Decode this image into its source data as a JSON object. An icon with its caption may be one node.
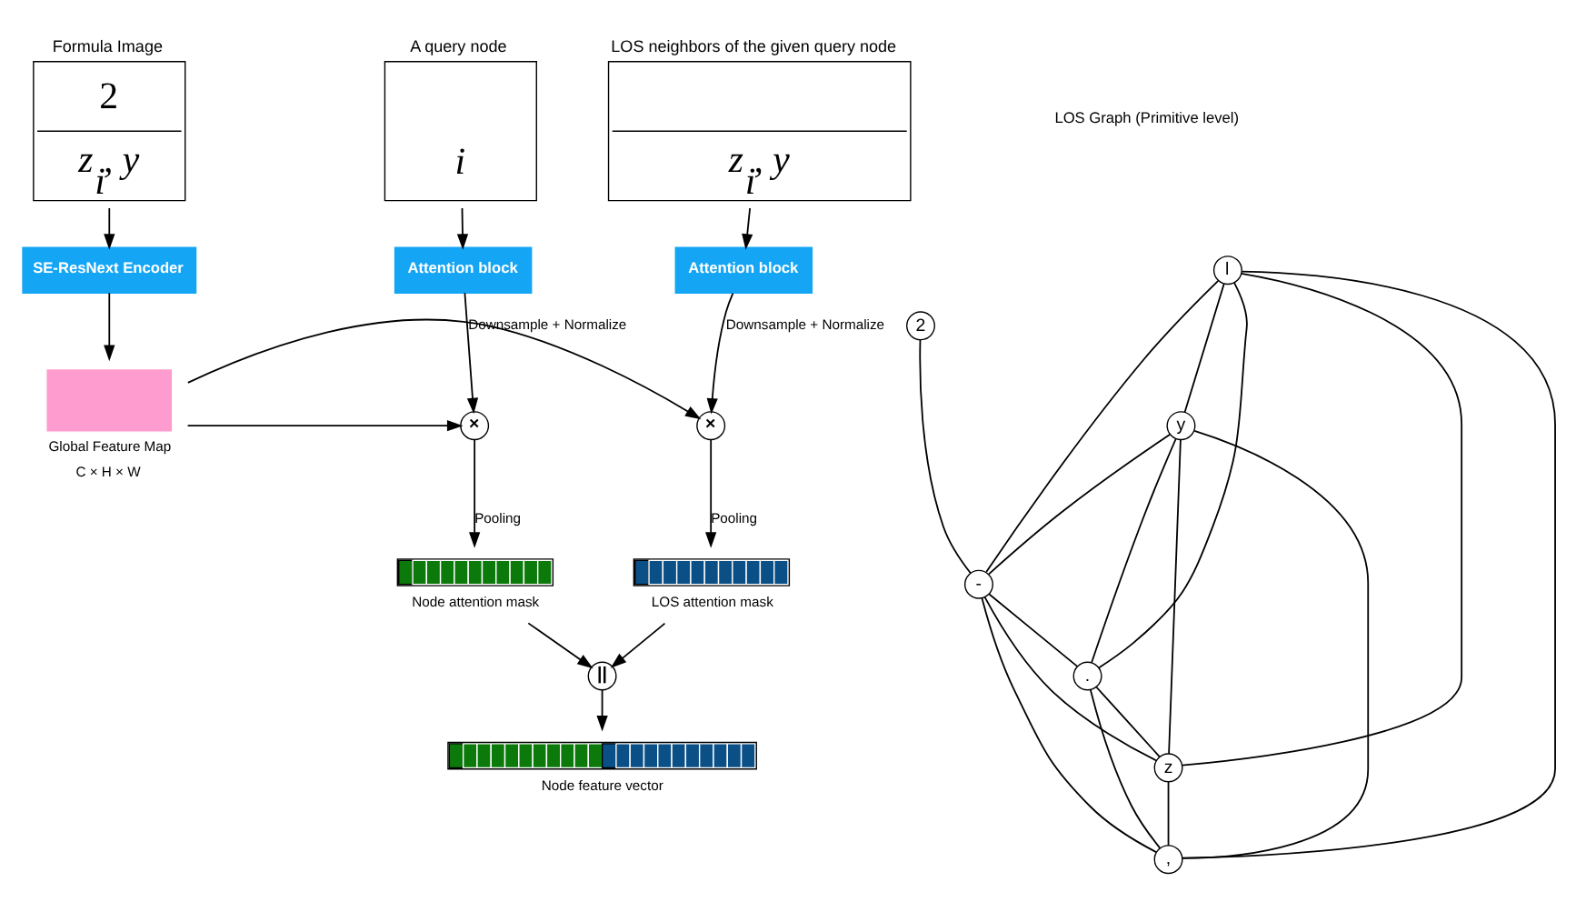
{
  "diagram": {
    "nodes": [
      {
        "text": [
          "A query node",
          "i"
        ]
      },
      {
        "text": [
          "Formula Image",
          "2",
          "z$_{i}$, y"
        ]
      },
      {
        "text": [
          "LOS neighbors of the given query node",
          "z$_{i}$, y"
        ]
      },
      {
        "text": [
          "Attention block"
        ]
      },
      {
        "text": [
          "SE-ResNext Encoder"
        ]
      },
      {
        "text": [
          "Attention block"
        ]
      },
      {
        "text": [
          "×"
        ]
      },
      {
        "text": [],
        "shape": "box",
        "beside": [
          "Global Feature Map",
          "C × H × W"
        ]
      },
      {
        "text": [
          "×"
        ]
      },
      {
        "text": [],
        "shape": "bar",
        "beside": [
          "Node attention mask"
        ]
      },
      {
        "text": [],
        "shape": "bar",
        "beside": [
          "LOS attention mask"
        ]
      },
      {
        "text": [
          "||"
        ]
      },
      {
        "text": [],
        "shape": "bar",
        "beside": [
          "Node feature vector"
        ]
      },
      {
        "text": [
          "2"
        ]
      },
      {
        "text": [
          "l"
        ]
      },
      {
        "text": [
          "y"
        ]
      },
      {
        "text": [
          "-"
        ]
      },
      {
        "text": [
          "."
        ]
      },
      {
        "text": [
          "z"
        ]
      },
      {
        "text": [
          ","
        ]
      }
    ],
    "edges": [
      {
        "from": 0,
        "to": 3,
        "arrow": "to"
      },
      {
        "from": 1,
        "to": 4,
        "arrow": "to"
      },
      {
        "from": 2,
        "to": 5,
        "arrow": "to"
      },
      {
        "from": 3,
        "to": 6,
        "arrow": "to",
        "label": "Downsample + Normalize"
      },
      {
        "from": 4,
        "to": 7,
        "arrow": "to"
      },
      {
        "from": 7,
        "to": 6,
        "arrow": "to"
      },
      {
        "from": 7,
        "to": 8,
        "arrow": "to"
      },
      {
        "from": 5,
        "to": 8,
        "arrow": "to",
        "label": "Downsample + Normalize"
      },
      {
        "from": 6,
        "to": 9,
        "arrow": "to",
        "label": "Pooling"
      },
      {
        "from": 8,
        "to": 10,
        "arrow": "to",
        "label": "Pooling"
      },
      {
        "from": 9,
        "to": 11,
        "arrow": "to"
      },
      {
        "from": 10,
        "to": 11,
        "arrow": "to"
      },
      {
        "from": 11,
        "to": 12,
        "arrow": "to"
      },
      {
        "from": 13,
        "to": 16,
        "arrow": "none"
      },
      {
        "from": 14,
        "to": 16,
        "arrow": "none"
      },
      {
        "from": 14,
        "to": 15,
        "arrow": "none"
      },
      {
        "from": 14,
        "to": 17,
        "arrow": "none"
      },
      {
        "from": 14,
        "to": 18,
        "arrow": "none"
      },
      {
        "from": 14,
        "to": 19,
        "arrow": "none"
      },
      {
        "from": 15,
        "to": 16,
        "arrow": "none"
      },
      {
        "from": 15,
        "to": 17,
        "arrow": "none"
      },
      {
        "from": 15,
        "to": 18,
        "arrow": "none"
      },
      {
        "from": 15,
        "to": 19,
        "arrow": "none"
      },
      {
        "from": 16,
        "to": 17,
        "arrow": "none"
      },
      {
        "from": 16,
        "to": 18,
        "arrow": "none"
      },
      {
        "from": 16,
        "to": 19,
        "arrow": "none"
      },
      {
        "from": 17,
        "to": 18,
        "arrow": "none"
      },
      {
        "from": 17,
        "to": 19,
        "arrow": "none"
      },
      {
        "from": 18,
        "to": 19,
        "arrow": "none"
      }
    ],
    "labels": [
      "LOS Graph (Primitive level)"
    ]
  }
}
